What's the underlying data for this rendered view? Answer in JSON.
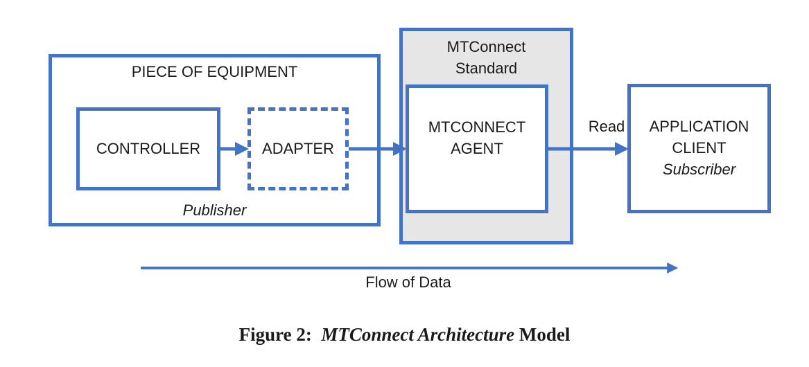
{
  "colors": {
    "accent": "#4472C4",
    "standard_fill": "#E7E6E6",
    "text": "#1a1a1a"
  },
  "equipment": {
    "title": "PIECE OF EQUIPMENT",
    "role": "Publisher",
    "controller_label": "CONTROLLER",
    "adapter_label": "ADAPTER"
  },
  "standard": {
    "title_line1": "MTConnect",
    "title_line2": "Standard",
    "agent_line1": "MTCONNECT",
    "agent_line2": "AGENT"
  },
  "client": {
    "line1": "APPLICATION",
    "line2": "CLIENT",
    "role": "Subscriber"
  },
  "connections": {
    "read_label": "Read"
  },
  "flow": {
    "label": "Flow of Data"
  },
  "caption": {
    "prefix": "Figure 2:  ",
    "emphasis": "MTConnect Architecture",
    "suffix": " Model"
  }
}
